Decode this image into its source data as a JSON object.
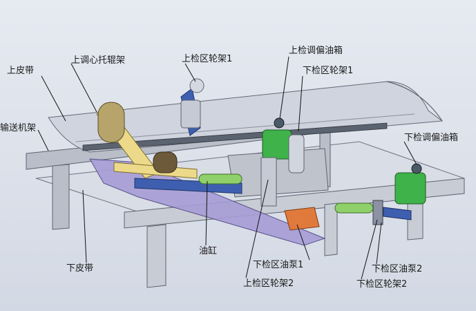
{
  "labels": {
    "upper_belt": "上皮带",
    "upper_idler": "上调心托辊架",
    "upper_wheel_1": "上检区轮架1",
    "upper_oil_tank": "上检调偏油箱",
    "lower_wheel_1": "下检区轮架1",
    "lower_oil_tank": "下检调偏油箱",
    "conveyor_frame": "输送机架",
    "cylinder": "油缸",
    "lower_belt": "下皮带",
    "lower_pump_1": "下检区油泵1",
    "upper_wheel_2": "上检区轮架2",
    "lower_pump_2": "下检区油泵2",
    "lower_wheel_2": "下检区轮架2"
  },
  "colors": {
    "frame": "#c8ccd4",
    "frame_dark": "#9aa0ab",
    "belt": "#c9ced8",
    "tank_green": "#3fb24a",
    "cylinder_green": "#8fd06a",
    "idler_yellow": "#ecd98a",
    "bracket_blue": "#3e5fb0",
    "pump_orange": "#e07a3c",
    "lilac": "#9a8fd0"
  }
}
